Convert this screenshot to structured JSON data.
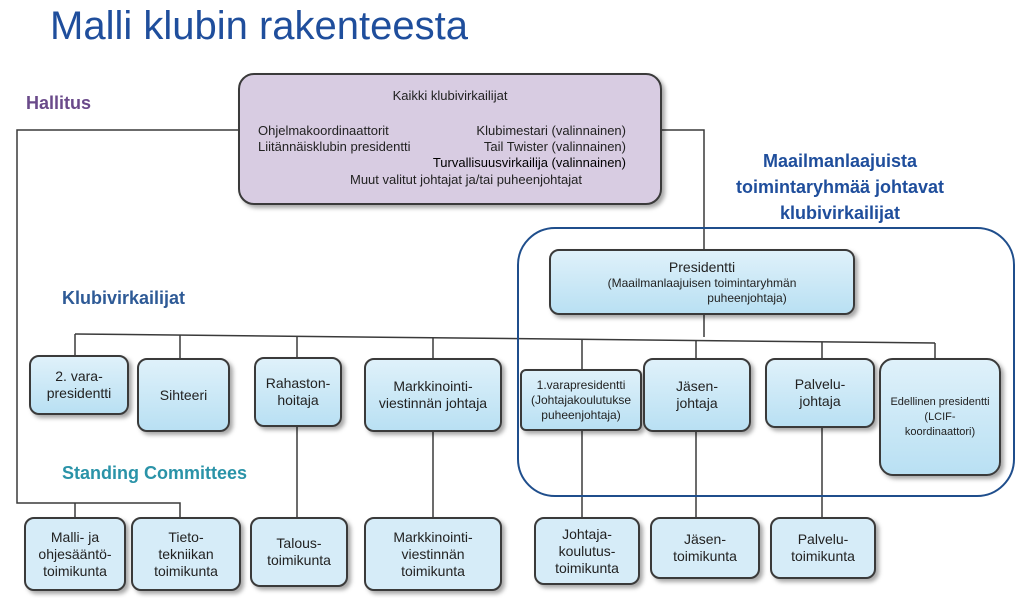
{
  "title": "Malli klubin rakenteesta",
  "sections": {
    "hallitus": "Hallitus",
    "klubivirkailijat": "Klubivirkailijat",
    "standing": "Standing Committees",
    "maailma": "Maailmanlaajuista toimintaryhmää johtavat klubivirkailijat"
  },
  "hallitus_box": {
    "header": "Kaikki klubivirkailijat",
    "col1_line1": "Ohjelmakoordinaattorit",
    "col1_line2": "Liitännäisklubin presidentti",
    "col2_line1": "Klubimestari (valinnainen)",
    "col2_line2": "Tail Twister (valinnainen)",
    "line3": "Turvallisuusvirkailija (valinnainen)",
    "line4": "Muut valitut johtajat ja/tai puheenjohtajat"
  },
  "president": {
    "title": "Presidentti",
    "sub1": "(Maailmanlaajuisen toimintaryhmän",
    "sub2": "puheenjohtaja)"
  },
  "officers": {
    "vara2": [
      "2. vara-",
      "presidentti"
    ],
    "sihteeri": "Sihteeri",
    "rahasto": [
      "Rahaston-",
      "hoitaja"
    ],
    "markkinointi": [
      "Markkinointi-",
      "viestinnän johtaja"
    ],
    "vara1": [
      "1.varapresidentti",
      "(Johtajakoulutukse",
      "puheenjohtaja)"
    ],
    "jasen": [
      "Jäsen-",
      "johtaja"
    ],
    "palvelu": [
      "Palvelu-",
      "johtaja"
    ],
    "edellinen": [
      "Edellinen presidentti",
      "(LCIF-",
      "koordinaattori)"
    ]
  },
  "committees": {
    "malli": [
      "Malli- ja",
      "ohjesääntö-",
      "toimikunta"
    ],
    "tieto": [
      "Tieto-",
      "tekniikan",
      "toimikunta"
    ],
    "talous": [
      "Talous-",
      "toimikunta"
    ],
    "markkinointi": [
      "Markkinointi-",
      "viestinnän",
      "toimikunta"
    ],
    "johtaja": [
      "Johtaja-",
      "koulutus-",
      "toimikunta"
    ],
    "jasen": [
      "Jäsen-",
      "toimikunta"
    ],
    "palvelu": [
      "Palvelu-",
      "toimikunta"
    ]
  },
  "colors": {
    "title": "#1f4e9c",
    "hallitus_fill": "#d8cce2",
    "box_fill": "#d6ecf8",
    "frame": "#1f4e8c",
    "standing_text": "#2a93a8"
  }
}
